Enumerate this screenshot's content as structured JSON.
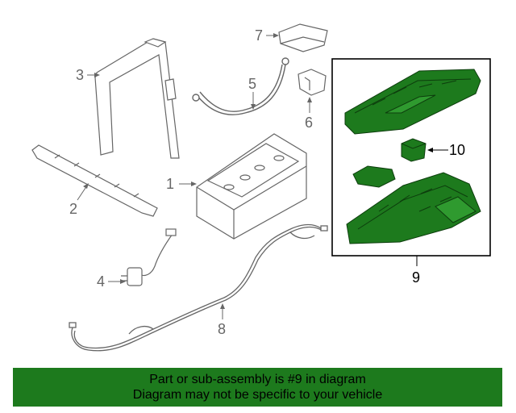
{
  "diagram": {
    "callouts": [
      {
        "id": "1",
        "text": "1"
      },
      {
        "id": "2",
        "text": "2"
      },
      {
        "id": "3",
        "text": "3"
      },
      {
        "id": "4",
        "text": "4"
      },
      {
        "id": "5",
        "text": "5"
      },
      {
        "id": "6",
        "text": "6"
      },
      {
        "id": "7",
        "text": "7"
      },
      {
        "id": "8",
        "text": "8"
      },
      {
        "id": "9",
        "text": "9"
      },
      {
        "id": "10",
        "text": "10"
      }
    ],
    "highlighted_part": "9",
    "colors": {
      "line": "#666666",
      "highlight_fill": "#1d7a1d",
      "highlight_stroke": "#0d3d0d",
      "banner": "#1d7a1d",
      "frame": "#000000"
    }
  },
  "banner": {
    "line1": "Part or sub-assembly is #9 in diagram",
    "line2": "Diagram may not be specific to your vehicle"
  }
}
